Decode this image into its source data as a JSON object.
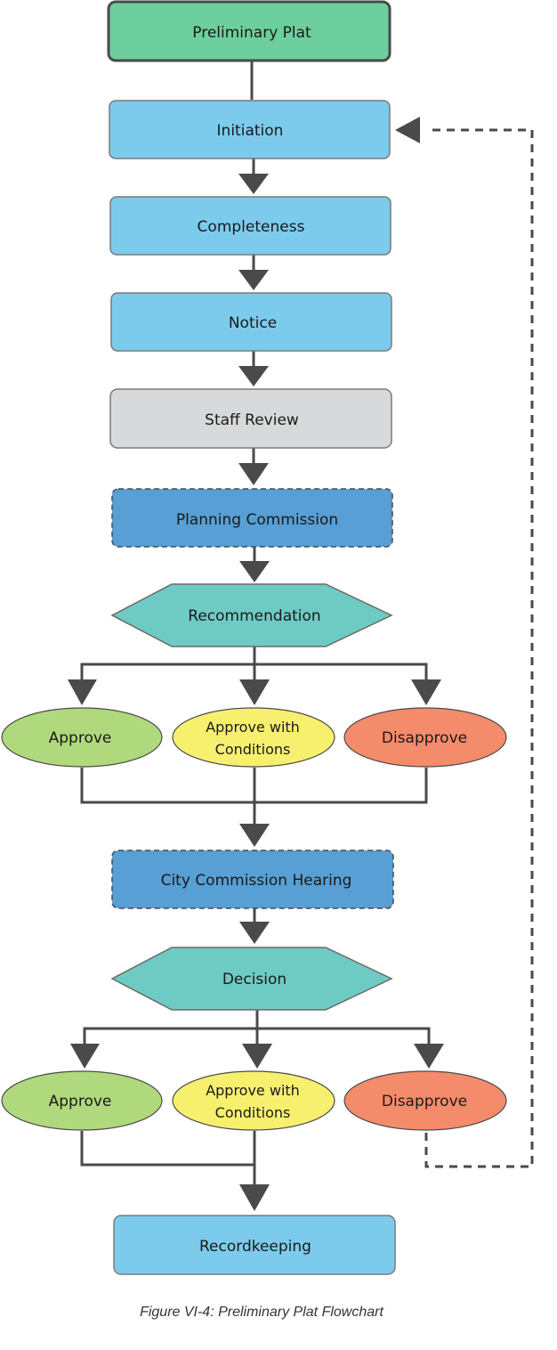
{
  "colors": {
    "start": "#6ccf9d",
    "step": "#7ccbed",
    "review": "#d8d9da",
    "body": "#579fd4",
    "decision": "#6ecbc3",
    "approve": "#b0d87c",
    "conditions": "#f7f06e",
    "disapprove": "#f48b6b",
    "line": "#4a4a4a"
  },
  "nodes": {
    "start": "Preliminary Plat",
    "initiation": "Initiation",
    "completeness": "Completeness",
    "notice": "Notice",
    "staff_review": "Staff Review",
    "planning_commission": "Planning Commission",
    "recommendation": "Recommendation",
    "rec_outcomes": {
      "approve": "Approve",
      "conditions_line1": "Approve with",
      "conditions_line2": "Conditions",
      "disapprove": "Disapprove"
    },
    "city_commission": "City Commission Hearing",
    "decision": "Decision",
    "dec_outcomes": {
      "approve": "Approve",
      "conditions_line1": "Approve with",
      "conditions_line2": "Conditions",
      "disapprove": "Disapprove"
    },
    "recordkeeping": "Recordkeeping"
  },
  "caption": "Figure VI-4: Preliminary Plat Flowchart"
}
